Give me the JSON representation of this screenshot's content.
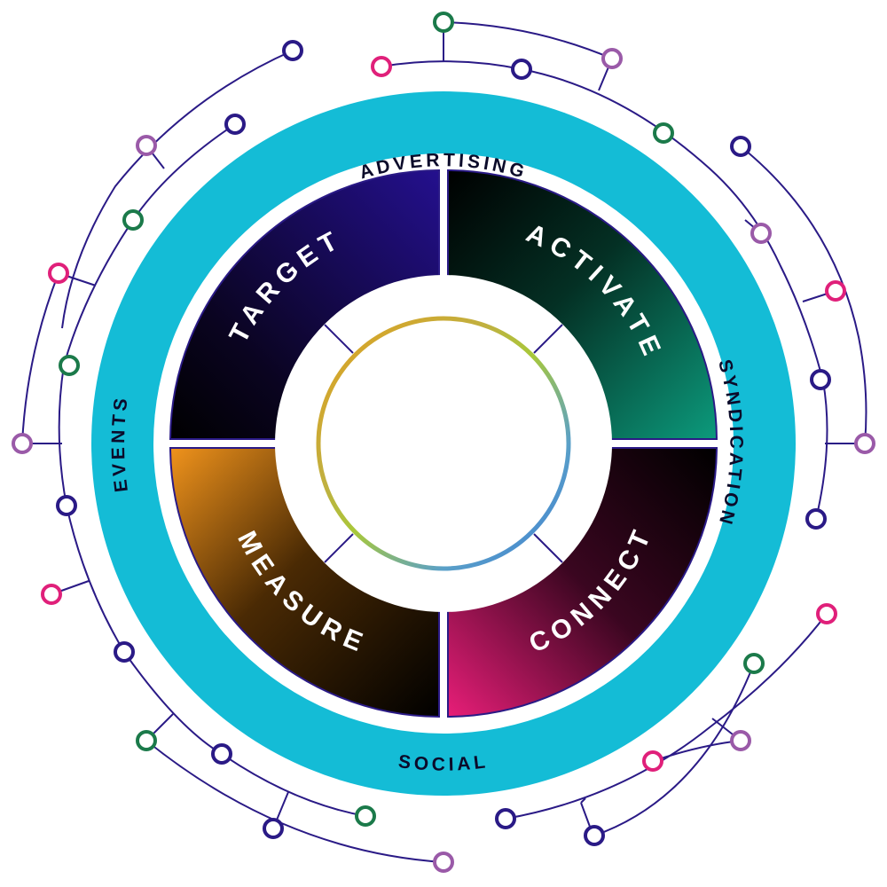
{
  "diagram": {
    "outer_ring_labels": {
      "advertising": "ADVERTISING",
      "syndication": "SYNDICATION",
      "social": "SOCIAL",
      "events": "EVENTS"
    },
    "quadrants": {
      "target": "TARGET",
      "activate": "ACTIVATE",
      "connect": "CONNECT",
      "measure": "MEASURE"
    },
    "colors": {
      "ring": "#14bcd6",
      "quadrant_border": "#2a1a86",
      "line": "#2a1a86",
      "dot_navy": "#2a1a86",
      "dot_green": "#1b7a4a",
      "dot_pink": "#e0207a",
      "dot_violet": "#9a5aa8"
    }
  }
}
